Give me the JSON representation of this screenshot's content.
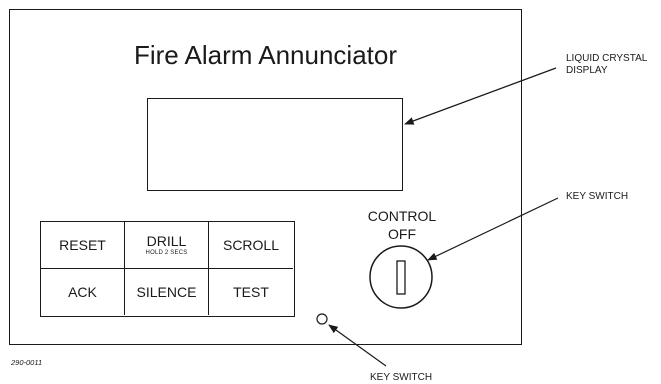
{
  "panel": {
    "title": "Fire Alarm Annunciator"
  },
  "keypad": {
    "keys": [
      {
        "label": "RESET",
        "sublabel": ""
      },
      {
        "label": "DRILL",
        "sublabel": "HOLD 2 SECS"
      },
      {
        "label": "SCROLL",
        "sublabel": ""
      },
      {
        "label": "ACK",
        "sublabel": ""
      },
      {
        "label": "SILENCE",
        "sublabel": ""
      },
      {
        "label": "TEST",
        "sublabel": ""
      }
    ]
  },
  "key_switch_positions": {
    "line1": "CONTROL",
    "line2": "OFF"
  },
  "callouts": {
    "lcd_line1": "LIQUID CRYSTAL",
    "lcd_line2": "DISPLAY",
    "key_switch_upper": "KEY SWITCH",
    "key_switch_lower": "KEY SWITCH"
  },
  "figure_number": "290-0011"
}
